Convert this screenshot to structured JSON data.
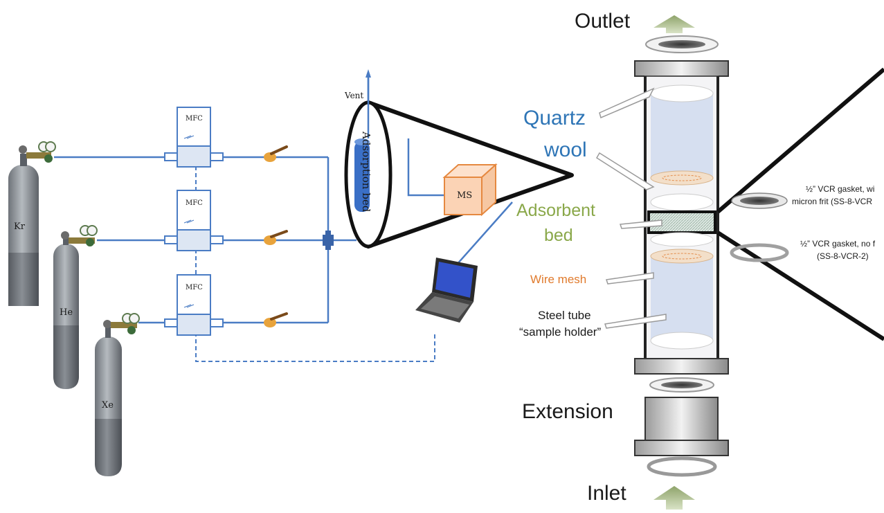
{
  "cylinders": [
    {
      "label": "Kr"
    },
    {
      "label": "He"
    },
    {
      "label": "Xe"
    }
  ],
  "mfc": {
    "label": "MFC"
  },
  "vent": {
    "label": "Vent"
  },
  "adsorption_bed": {
    "label": "Adsorption bed"
  },
  "ms": {
    "label": "MS"
  },
  "column": {
    "outlet": "Outlet",
    "inlet": "Inlet",
    "quartz_wool": [
      "Quartz",
      "wool"
    ],
    "adsorbent_bed": [
      "Adsorbent",
      "bed"
    ],
    "wire_mesh": "Wire mesh",
    "steel_tube": [
      "Steel tube",
      "“sample holder”"
    ],
    "extension": "Extension"
  },
  "gaskets": {
    "frit": [
      "½” VCR gasket, wi",
      "micron frit (SS-8-VCR"
    ],
    "nofrit": [
      "½” VCR gasket, no f",
      "(SS-8-VCR-2)"
    ]
  },
  "colors": {
    "pipe": "#4a7cc4",
    "cylinder": "#8e949b",
    "quartz_blue": "#2e75b6",
    "adsorbent_green": "#8aa84a",
    "wire_orange": "#e07a2c",
    "arrow_green": "#a9b98a"
  }
}
